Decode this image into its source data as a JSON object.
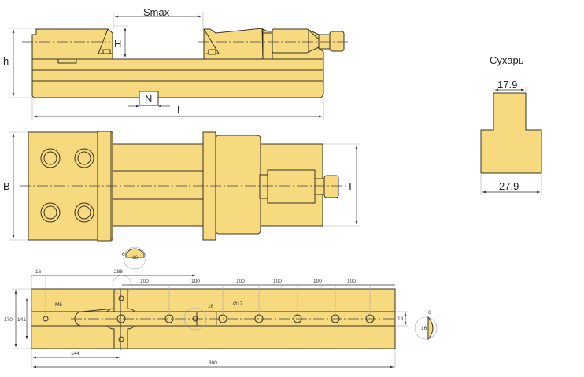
{
  "side_view": {
    "labels": {
      "smax": "Smax",
      "H": "H",
      "h": "h",
      "N": "N",
      "L": "L"
    }
  },
  "top_view": {
    "labels": {
      "B": "B",
      "T": "T"
    }
  },
  "sukhar": {
    "title": "Сухарь",
    "top_width": "17.9",
    "bottom_width": "27.9"
  },
  "base_plate": {
    "dims": {
      "detail_6": "6",
      "detail_16": "16",
      "d16": "16",
      "d288": "288",
      "spacing": [
        "100",
        "100",
        "100",
        "100",
        "100",
        "100"
      ],
      "h170": "170",
      "h141": "141",
      "m5": "M5",
      "slot16": "16",
      "hole": "Ø17",
      "d144": "144",
      "d800": "800",
      "slot18": "18",
      "right_6": "6",
      "right_16": "16"
    }
  },
  "colors": {
    "part_fill": "#f7d980",
    "outline": "#3a3320"
  }
}
